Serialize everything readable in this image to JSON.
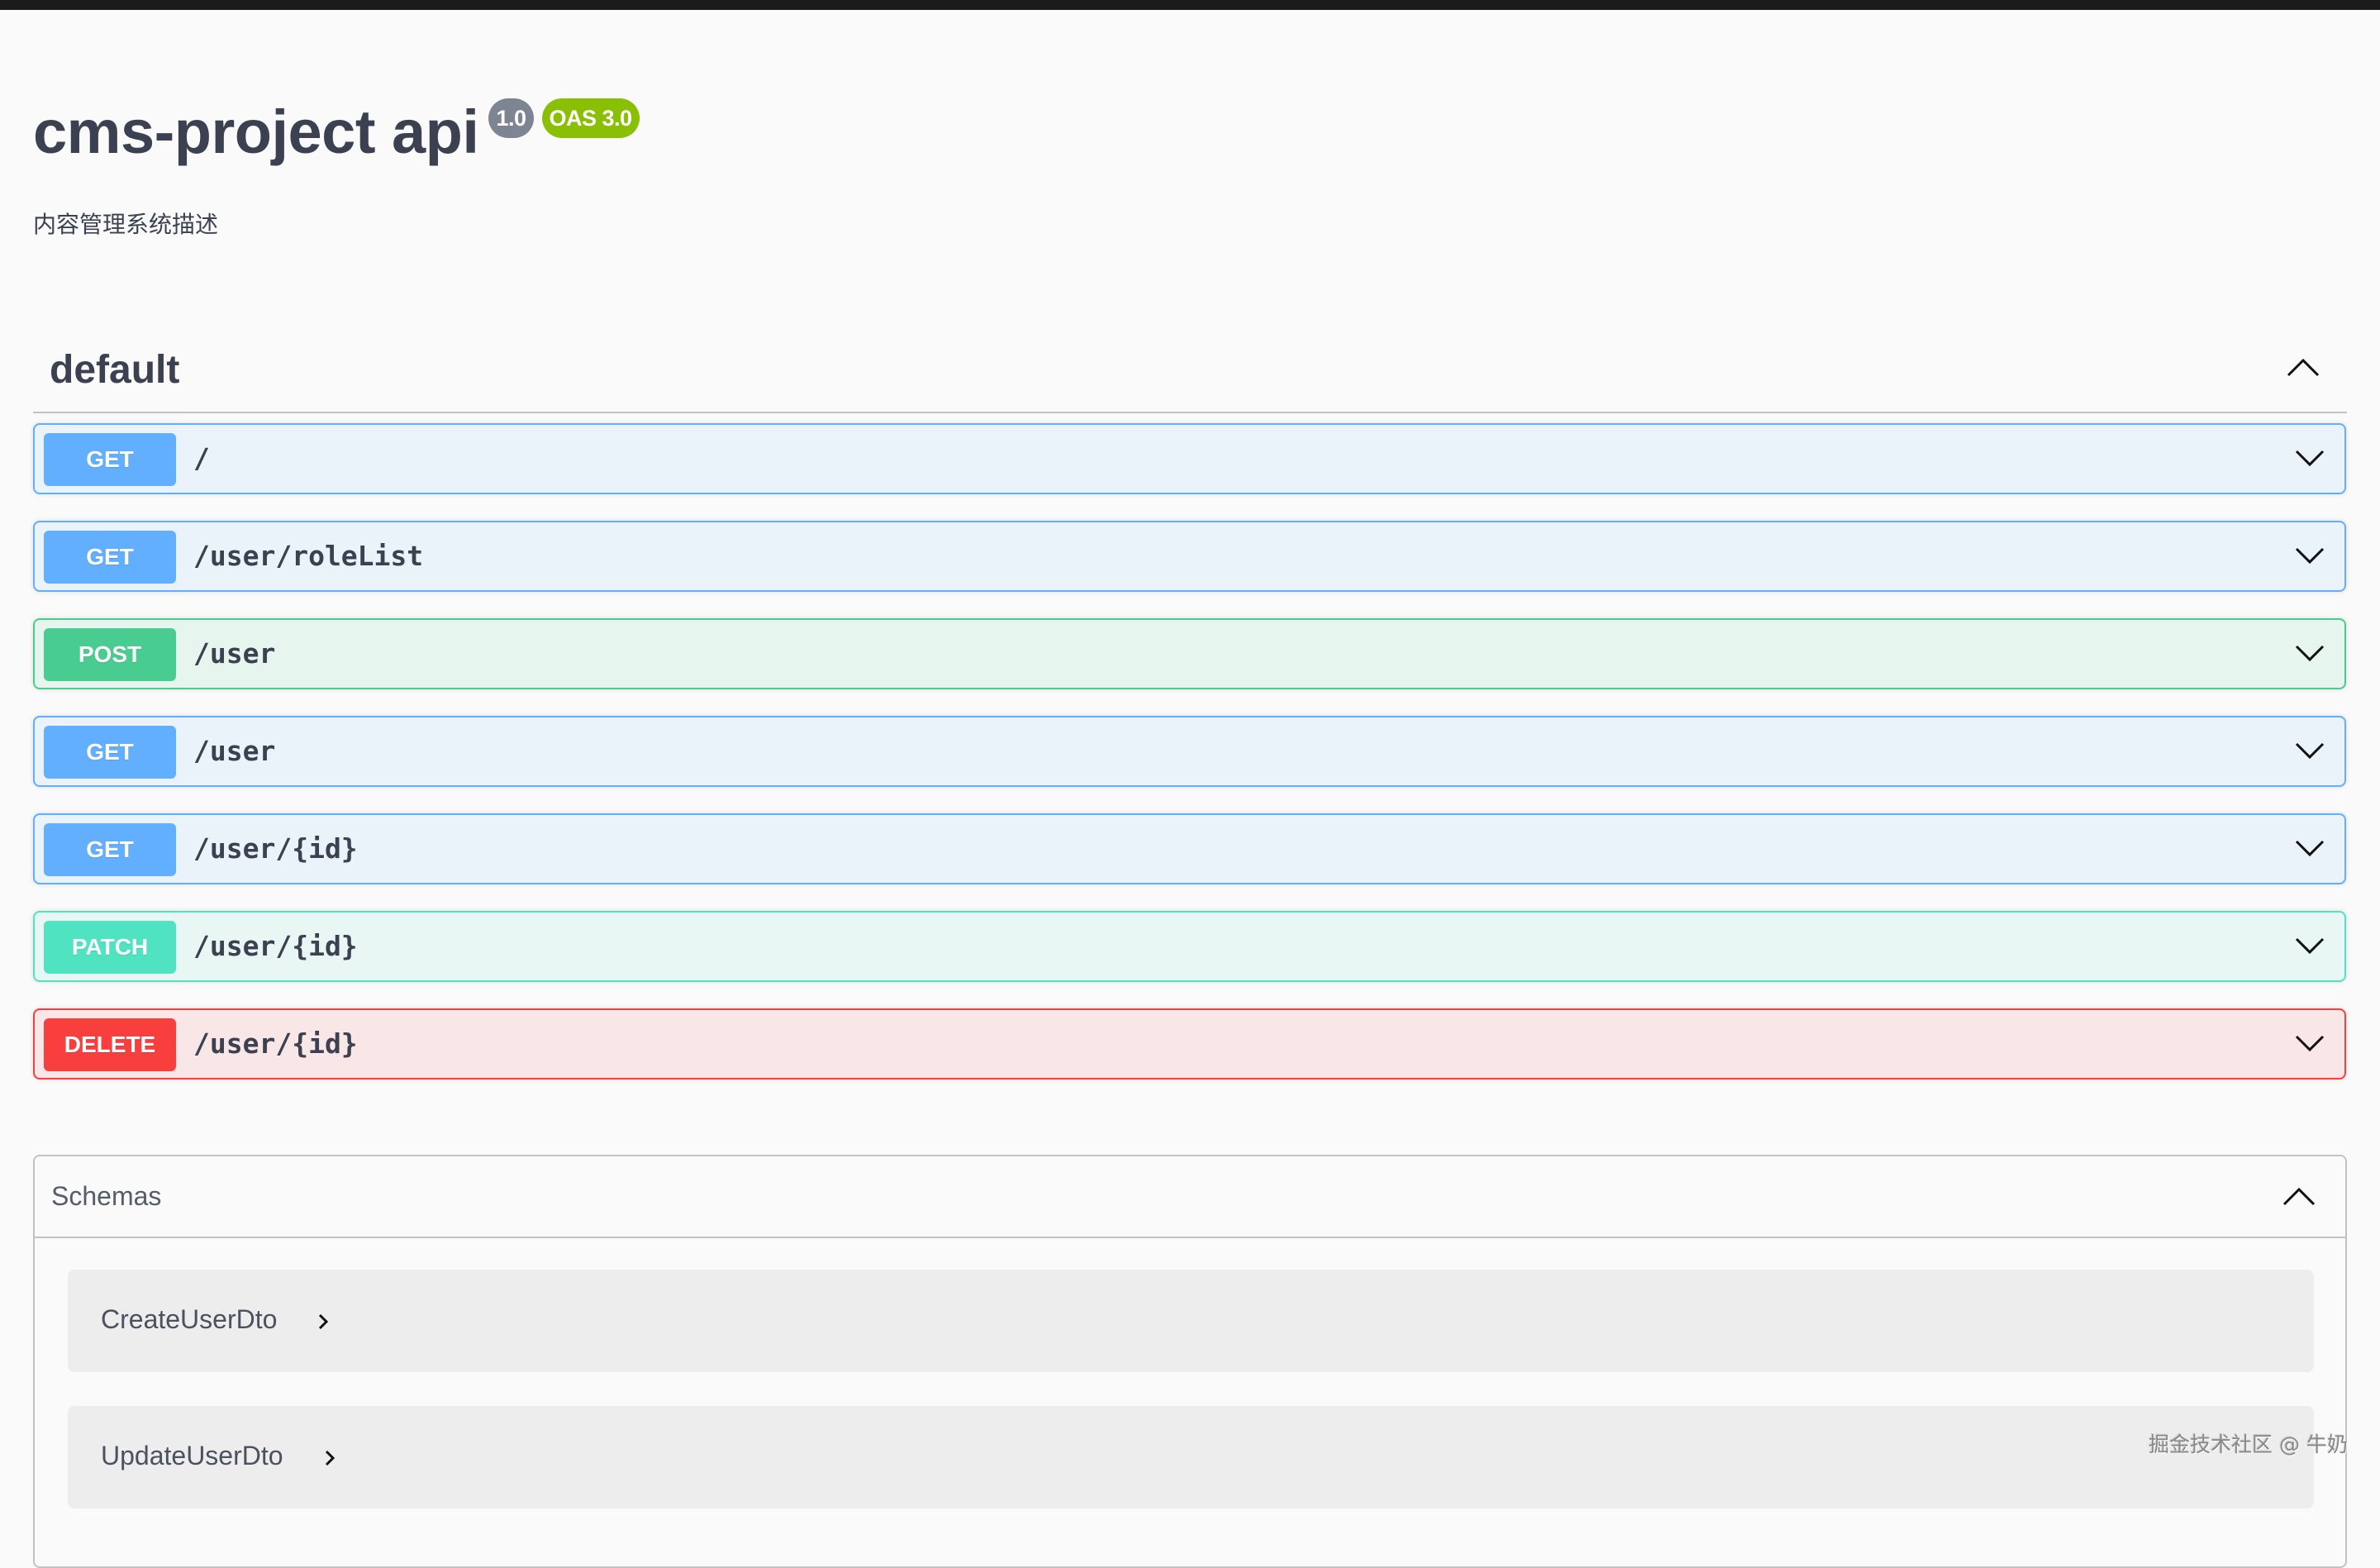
{
  "header": {
    "title": "cms-project api",
    "version_badge": "1.0",
    "oas_badge": "OAS 3.0",
    "description": "内容管理系统描述"
  },
  "tag": {
    "name": "default",
    "expanded": true,
    "operations": [
      {
        "method": "GET",
        "path": "/"
      },
      {
        "method": "GET",
        "path": "/user/roleList"
      },
      {
        "method": "POST",
        "path": "/user"
      },
      {
        "method": "GET",
        "path": "/user"
      },
      {
        "method": "GET",
        "path": "/user/{id}"
      },
      {
        "method": "PATCH",
        "path": "/user/{id}"
      },
      {
        "method": "DELETE",
        "path": "/user/{id}"
      }
    ]
  },
  "schemas": {
    "title": "Schemas",
    "expanded": true,
    "models": [
      {
        "name": "CreateUserDto"
      },
      {
        "name": "UpdateUserDto"
      }
    ]
  },
  "colors": {
    "get": "#61affe",
    "post": "#49cc90",
    "patch": "#50e3c2",
    "delete": "#f93e3e",
    "version_badge": "#7d8492",
    "oas_badge": "#89bf04",
    "text": "#3b4151"
  },
  "icons": {
    "tag_toggle": "chevron-up-icon",
    "operation_toggle": "chevron-down-icon",
    "model_toggle": "chevron-right-icon"
  },
  "watermark": "掘金技术社区 @ 牛奶"
}
